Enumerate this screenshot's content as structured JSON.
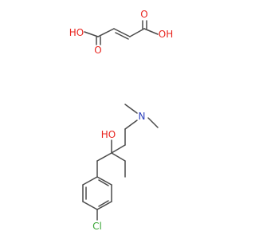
{
  "structure": {
    "colors": {
      "bond": "#4a4a4a",
      "oxygen": "#e8251f",
      "nitrogen": "#2b3fbd",
      "chlorine": "#3aa636"
    },
    "labels": {
      "fumaric_left_oh": "HO",
      "fumaric_left_carbonyl_o": "O",
      "fumaric_right_oh": "OH",
      "fumaric_right_carbonyl_o": "O",
      "hydroxyl": "HO",
      "amine_n": "N",
      "chlorine": "Cl"
    }
  }
}
